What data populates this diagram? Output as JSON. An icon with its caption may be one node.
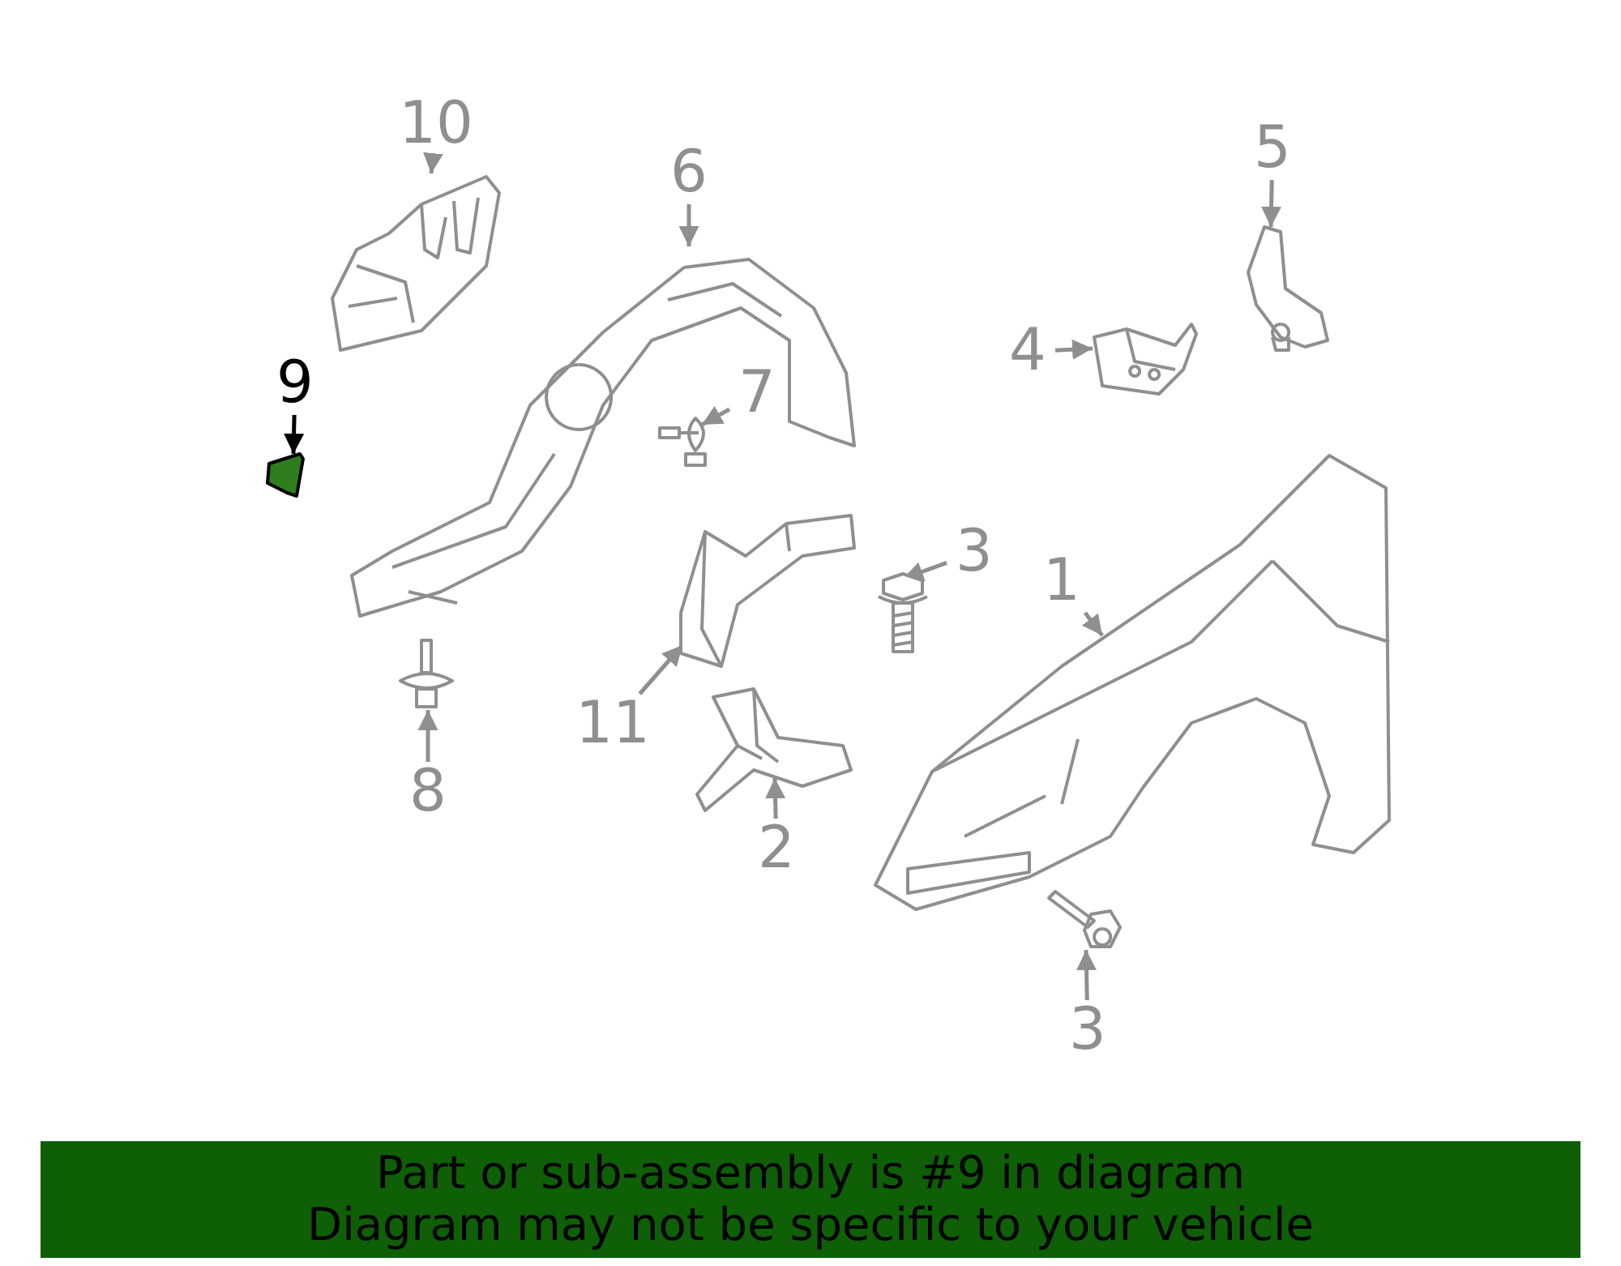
{
  "diagram": {
    "nodes": [
      {
        "text": [
          "10"
        ]
      },
      {
        "text": [
          "6"
        ]
      },
      {
        "text": [
          "5"
        ]
      },
      {
        "text": [
          "9"
        ]
      },
      {
        "text": [
          "4"
        ]
      },
      {
        "text": [
          "7"
        ]
      },
      {
        "text": [
          "3"
        ]
      },
      {
        "text": [
          "1"
        ]
      },
      {
        "text": [
          "11"
        ]
      },
      {
        "text": [
          "8"
        ]
      },
      {
        "text": [
          "2"
        ]
      },
      {
        "text": [
          "3"
        ]
      },
      {
        "text": [],
        "shape": "picture"
      },
      {
        "text": [],
        "shape": "picture"
      },
      {
        "text": [],
        "shape": "picture"
      },
      {
        "text": [],
        "shape": "picture"
      },
      {
        "text": [],
        "shape": "picture"
      },
      {
        "text": [],
        "shape": "picture"
      },
      {
        "text": [],
        "shape": "picture"
      },
      {
        "text": [],
        "shape": "picture"
      },
      {
        "text": [],
        "shape": "picture"
      },
      {
        "text": [],
        "shape": "picture"
      },
      {
        "text": [],
        "shape": "picture"
      },
      {
        "text": [],
        "shape": "picture"
      },
      {
        "text": [
          "Part or sub-assembly is #9 in diagram",
          "Diagram may not be specific to your vehicle"
        ]
      }
    ],
    "edges": [
      {
        "from": 0,
        "to": 13,
        "arrow": "to"
      },
      {
        "from": 1,
        "to": 15,
        "arrow": "to"
      },
      {
        "from": 2,
        "to": 23,
        "arrow": "to"
      },
      {
        "from": 3,
        "to": 12,
        "arrow": "to",
        "color": "#000000"
      },
      {
        "from": 4,
        "to": 22,
        "arrow": "to"
      },
      {
        "from": 5,
        "to": 16,
        "arrow": "to"
      },
      {
        "from": 6,
        "to": 19,
        "arrow": "to"
      },
      {
        "from": 7,
        "to": 20,
        "arrow": "to"
      },
      {
        "from": 8,
        "to": 17,
        "arrow": "to"
      },
      {
        "from": 9,
        "to": 14,
        "arrow": "to"
      },
      {
        "from": 10,
        "to": 18,
        "arrow": "to"
      },
      {
        "from": 11,
        "to": 21,
        "arrow": "to"
      }
    ]
  }
}
